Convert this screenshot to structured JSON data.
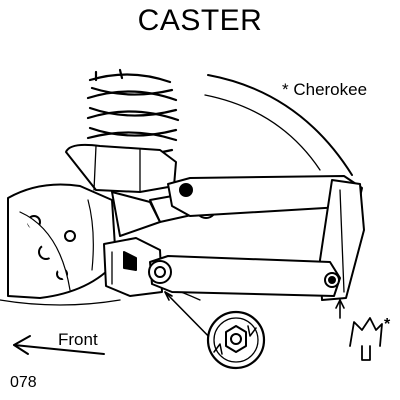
{
  "title": "CASTER",
  "model_note": "* Cherokee",
  "front_label": "Front",
  "figure_number": "078",
  "tool_marker": "*"
}
